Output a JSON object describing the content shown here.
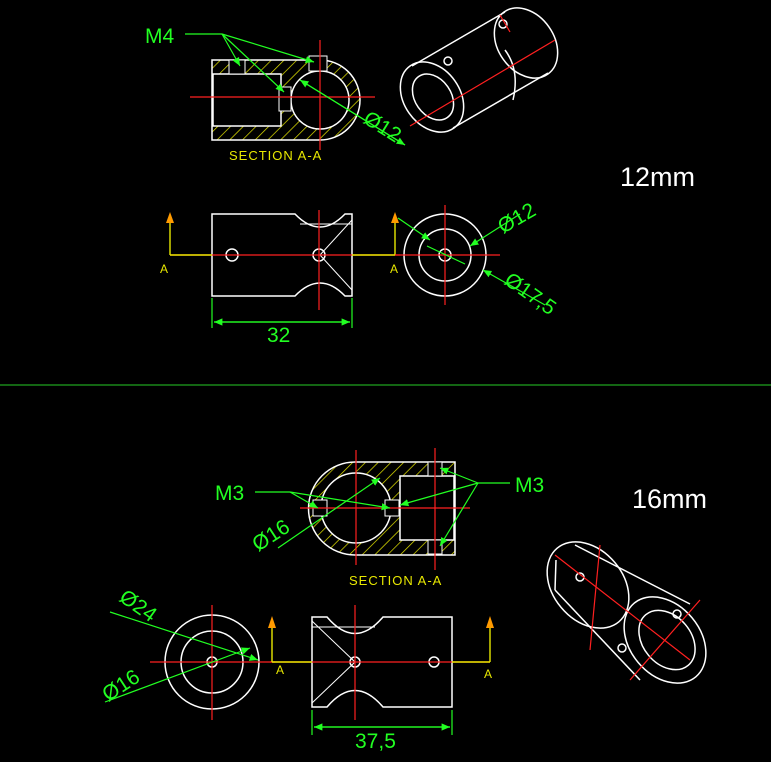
{
  "top": {
    "size_label": "12mm",
    "thread_label": "M4",
    "section_label": "SECTION A-A",
    "section_bore_label": "Ø12",
    "bore_label": "Ø12",
    "outer_label": "Ø17,5",
    "length_label": "32",
    "cut_left": "A",
    "cut_right": "A"
  },
  "bottom": {
    "size_label": "16mm",
    "thread_left_label": "M3",
    "thread_right_label": "M3",
    "section_bore_label": "Ø16",
    "section_label": "SECTION A-A",
    "outer_label": "Ø24",
    "bore_label": "Ø16",
    "length_label": "37,5",
    "cut_left": "A",
    "cut_right": "A"
  },
  "colors": {
    "background": "#000000",
    "outline": "#ffffff",
    "dimension": "#22ff22",
    "centerline": "#ff2020",
    "hatch": "#e8e800",
    "section_marker": "#ff9a00",
    "divider": "#1fa31f"
  }
}
